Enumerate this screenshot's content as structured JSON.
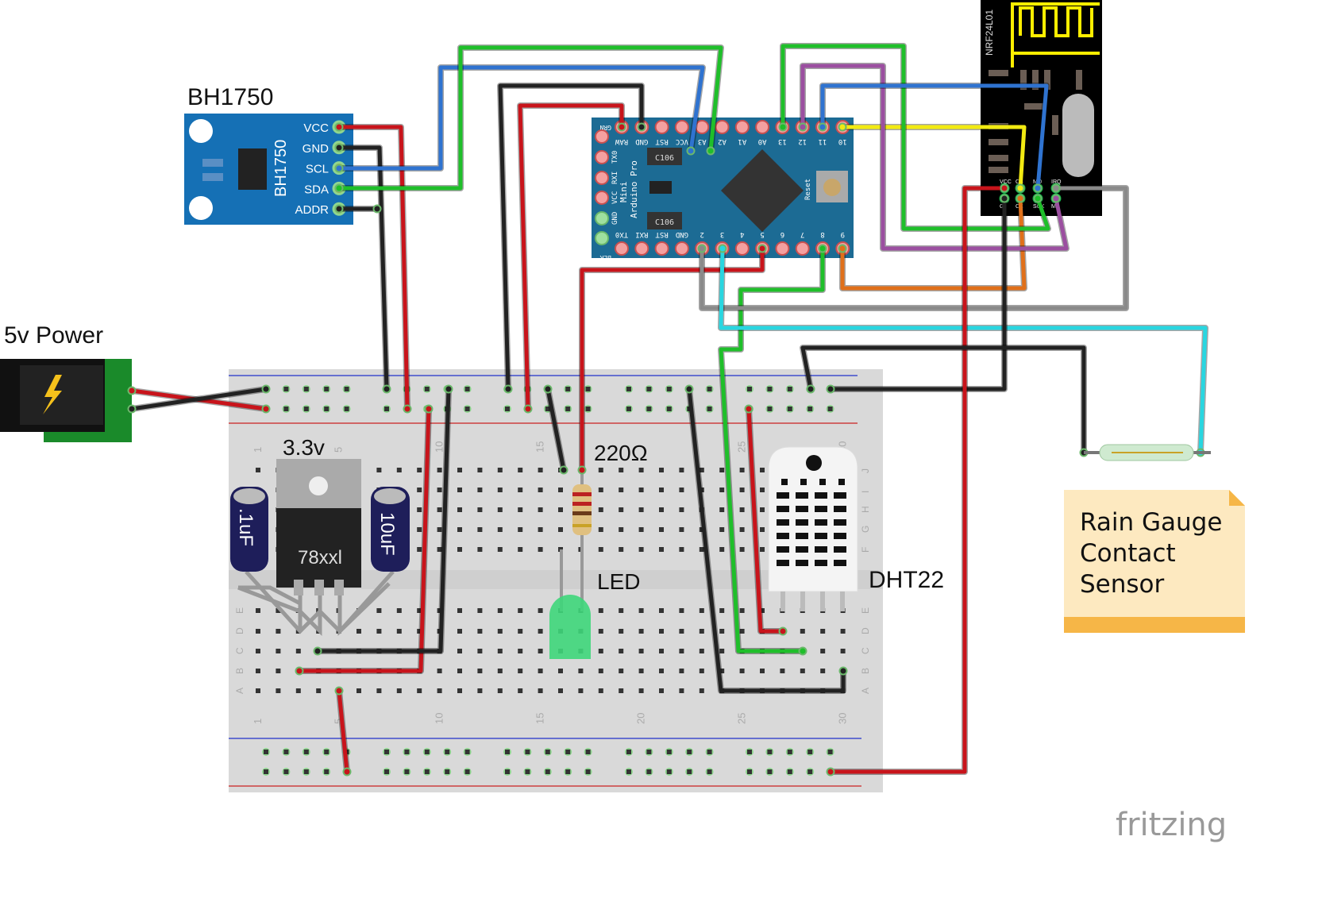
{
  "colors": {
    "wire_red": "#c8141b",
    "wire_black": "#222222",
    "wire_green": "#1fbf2a",
    "wire_blue": "#2f73d0",
    "wire_yellow": "#f2ea12",
    "wire_purple": "#9b4fa0",
    "wire_orange": "#e0701a",
    "wire_gray": "#8a8a8a",
    "wire_cyan": "#29d6e0",
    "arduino_board": "#1c6b94",
    "bh1750_board": "#1570b5",
    "nrf_board": "#000000",
    "breadboard": "#d9d9d9",
    "note": "#fde9c0",
    "note_bar": "#f6b647"
  },
  "bh1750": {
    "title": "BH1750",
    "board_label": "BH1750",
    "pins": [
      "VCC",
      "GND",
      "SCL",
      "SDA",
      "ADDR"
    ]
  },
  "power": {
    "label": "5v Power"
  },
  "regulator": {
    "label": "3.3v",
    "part": "78xxl"
  },
  "capacitors": {
    "c1": ".1uF",
    "c2": "10uF"
  },
  "resistor": {
    "label": "220Ω"
  },
  "led": {
    "label": "LED"
  },
  "dht22": {
    "label": "DHT22"
  },
  "arduino": {
    "name_line1": "Arduino Pro",
    "name_line2": "Mini",
    "top_pins": [
      "RAW",
      "GND",
      "RST",
      "VCC",
      "A3",
      "A2",
      "A1",
      "A0",
      "13",
      "12",
      "11",
      "10"
    ],
    "bottom_pins": [
      "TX0",
      "RXI",
      "RST",
      "GND",
      "2",
      "3",
      "4",
      "5",
      "6",
      "7",
      "8",
      "9"
    ],
    "left_pins": [
      "TX0",
      "RXI",
      "VCC",
      "GND"
    ],
    "corner_top": "GRN",
    "corner_bottom": "BLK",
    "chip_label": "C106",
    "reset_label": "Reset"
  },
  "nrf": {
    "label": "NRF24L01",
    "pins_top": [
      "VCC",
      "CS",
      "MO",
      "IRQ"
    ],
    "pins_bottom": [
      "G",
      "CE",
      "SCK",
      "MI"
    ]
  },
  "breadboard": {
    "column_numbers": [
      "1",
      "5",
      "10",
      "15",
      "20",
      "25",
      "30"
    ],
    "rows_top": [
      "J",
      "I",
      "H",
      "G",
      "F"
    ],
    "rows_bottom": [
      "E",
      "D",
      "C",
      "B",
      "A"
    ]
  },
  "note": {
    "line1": "Rain Gauge",
    "line2": "Contact",
    "line3": "Sensor"
  },
  "brand": "fritzing"
}
